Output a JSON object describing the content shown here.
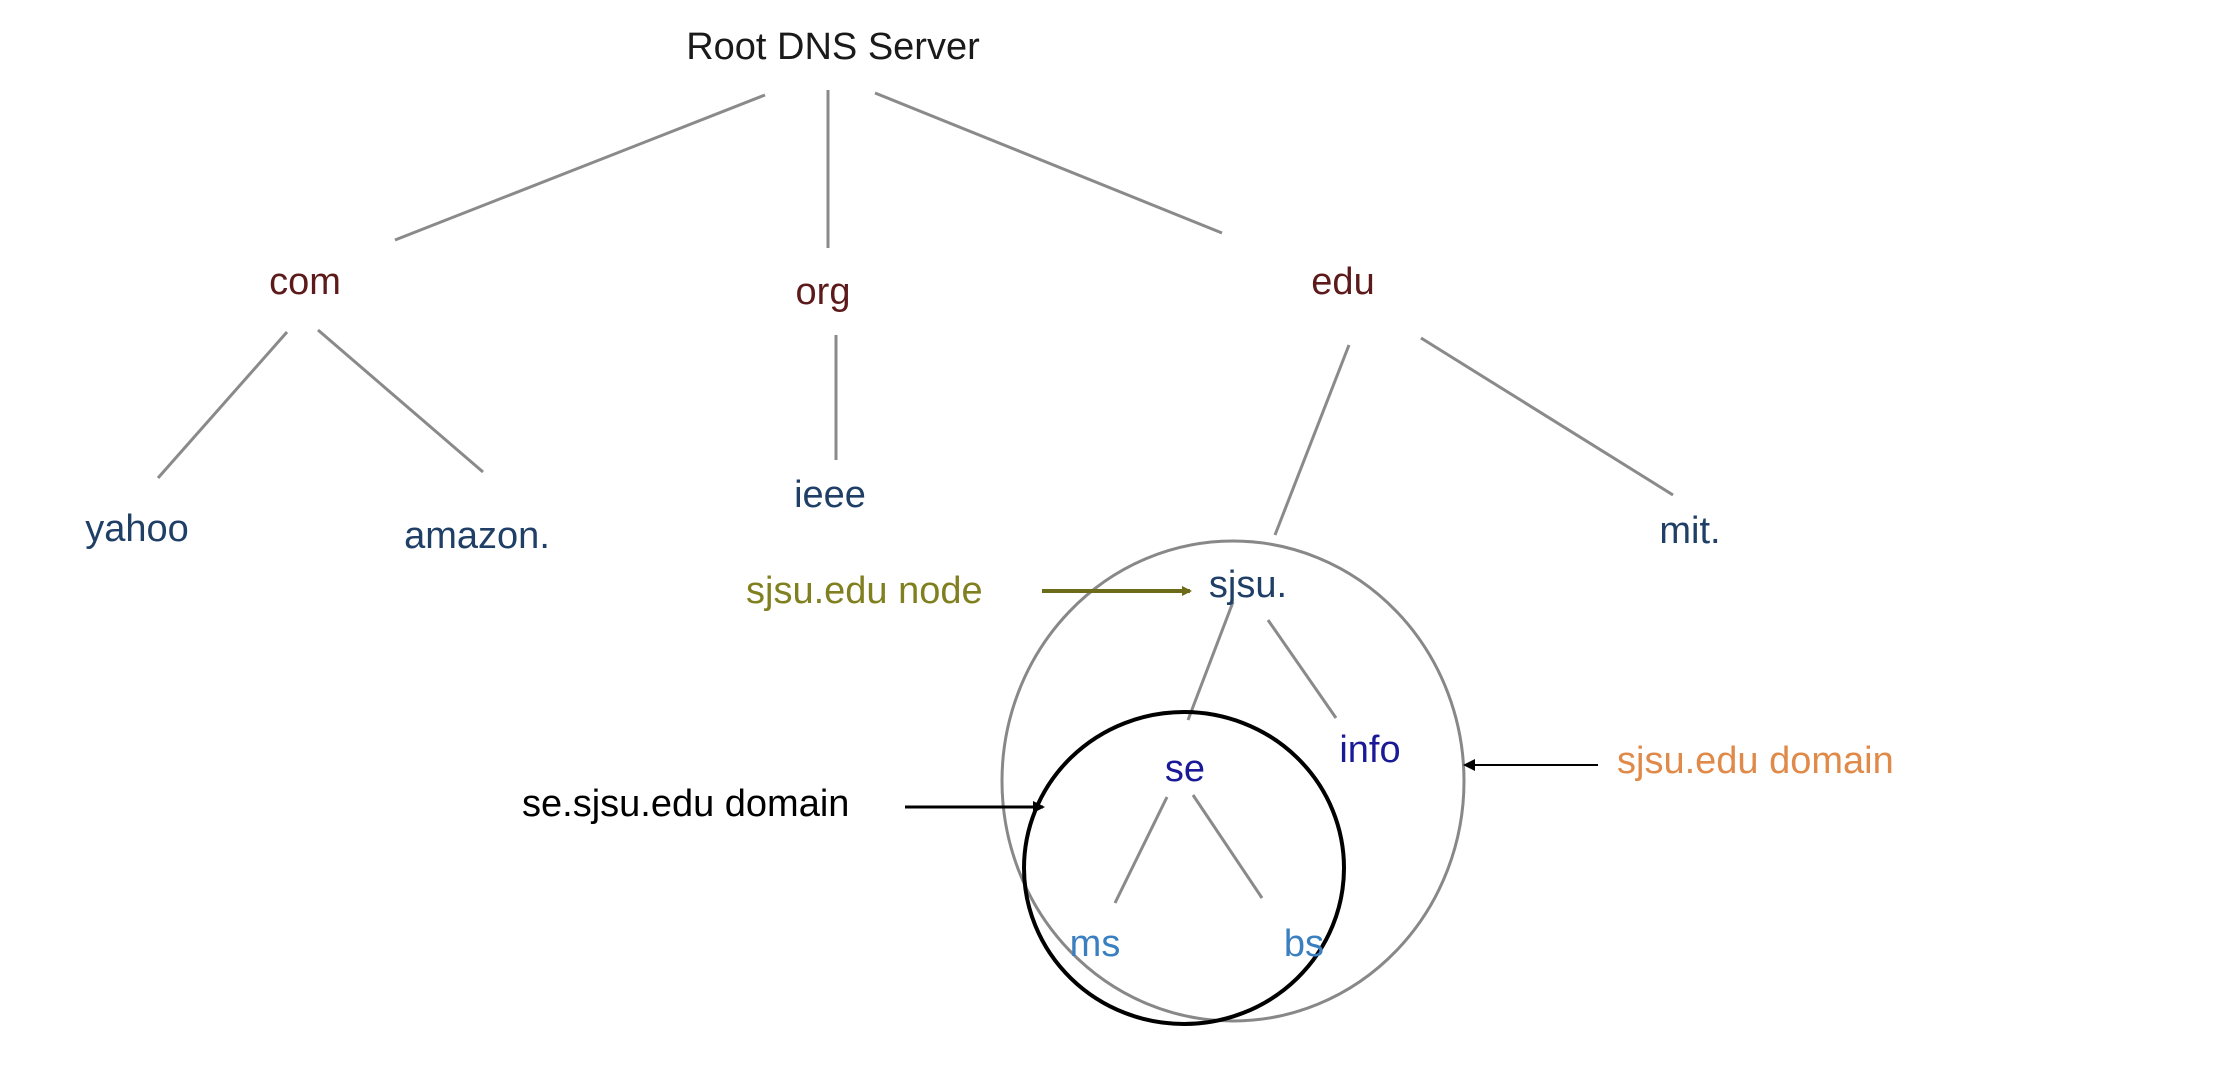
{
  "root": {
    "label": "Root DNS Server",
    "color": "#1a1a1a"
  },
  "tld": {
    "com": {
      "label": "com",
      "color": "#5c1a1a"
    },
    "org": {
      "label": "org",
      "color": "#5c1a1a"
    },
    "edu": {
      "label": "edu",
      "color": "#5c1a1a"
    }
  },
  "second_level": {
    "yahoo": {
      "label": "yahoo",
      "color": "#1f3f66"
    },
    "amazon": {
      "label": "amazon.",
      "color": "#1f3f66"
    },
    "ieee": {
      "label": "ieee",
      "color": "#1f3f66"
    },
    "sjsu": {
      "label": "sjsu.",
      "color": "#1f3f66"
    },
    "mit": {
      "label": "mit.",
      "color": "#1f3f66"
    }
  },
  "third_level": {
    "se": {
      "label": "se",
      "color": "#1a1a99"
    },
    "info": {
      "label": "info",
      "color": "#1a1a99"
    }
  },
  "fourth_level": {
    "ms": {
      "label": "ms",
      "color": "#3a7fc0"
    },
    "bs": {
      "label": "bs",
      "color": "#3a7fc0"
    }
  },
  "annotations": {
    "sjsu_node": {
      "label": "sjsu.edu node",
      "color": "#808020"
    },
    "se_domain": {
      "label": "se.sjsu.edu domain",
      "color": "#000000"
    },
    "sjsu_domain": {
      "label": "sjsu.edu domain",
      "color": "#e08a4a"
    }
  },
  "colors": {
    "edge": "#8a8a8a",
    "outer_circle": "#888888",
    "inner_circle": "#000000",
    "sjsu_node_arrow": "#6b6b1a",
    "black_arrow": "#000000"
  }
}
